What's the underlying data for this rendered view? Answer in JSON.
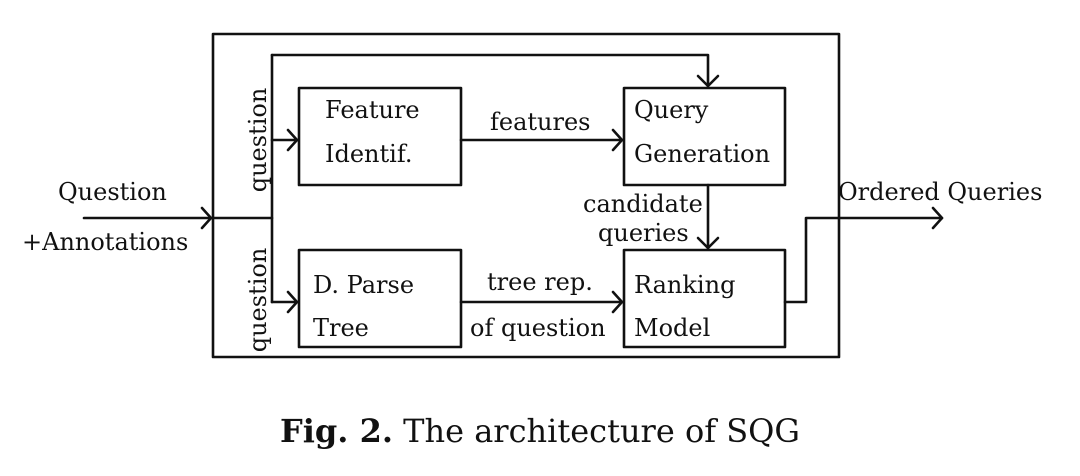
{
  "input": {
    "line1": "Question",
    "line2": "+Annotations"
  },
  "output": {
    "label": "Ordered Queries"
  },
  "branches": {
    "upper": "question",
    "lower": "question"
  },
  "boxes": {
    "feature": {
      "line1": "Feature",
      "line2": "Identif."
    },
    "query": {
      "line1": "Query",
      "line2": "Generation"
    },
    "parse": {
      "line1": "D. Parse",
      "line2": "Tree"
    },
    "ranking": {
      "line1": "Ranking",
      "line2": "Model"
    }
  },
  "edges": {
    "features": "features",
    "tree_line1": "tree rep.",
    "tree_line2": "of question",
    "candidate_line1": "candidate",
    "candidate_line2": "queries"
  },
  "caption": {
    "prefix": "Fig. 2.",
    "text": "The architecture of SQG"
  }
}
